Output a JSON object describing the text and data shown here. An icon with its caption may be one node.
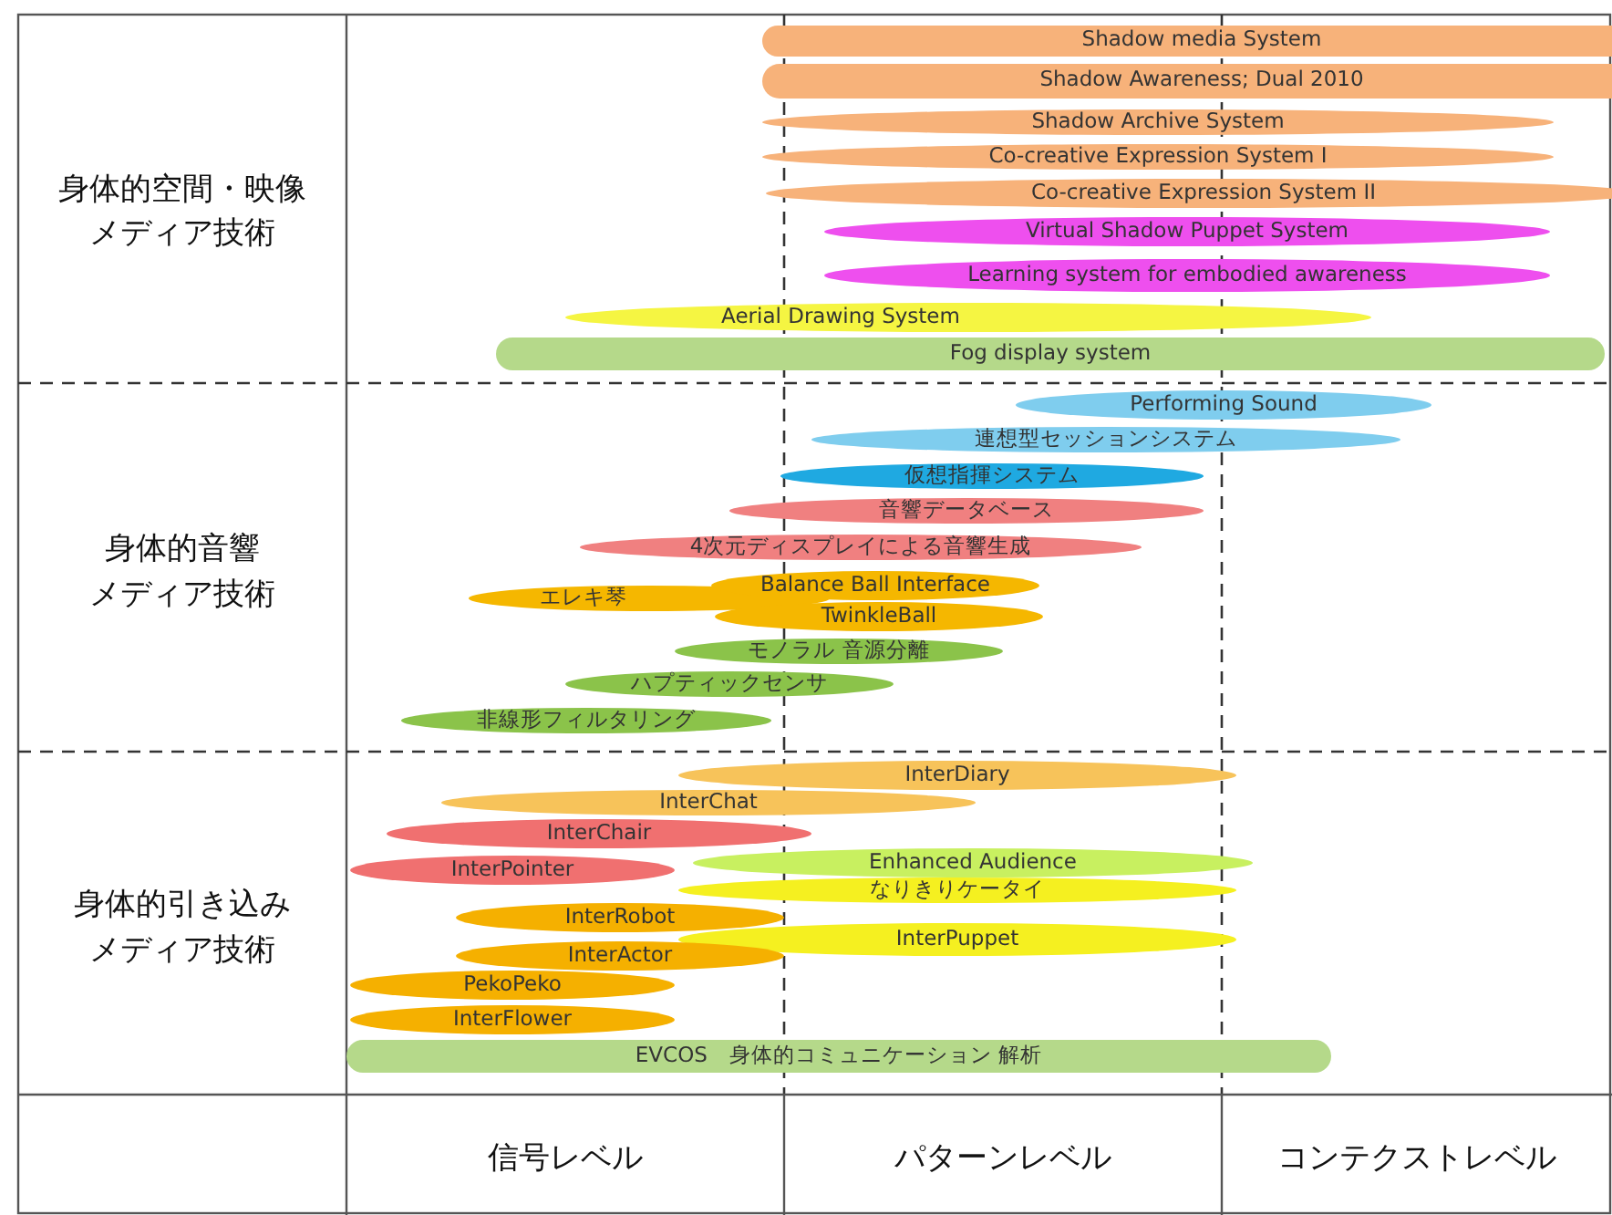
{
  "diagram": {
    "nodes": [
      {
        "text": [
          "Shadow media System"
        ]
      },
      {
        "text": [
          "Shadow Awareness; Dual 2010"
        ]
      },
      {
        "text": [
          "Shadow Archive System"
        ]
      },
      {
        "text": [
          "Co-creative Expression System I"
        ]
      },
      {
        "text": [
          "Co-creative Expression System II"
        ]
      },
      {
        "text": [
          "Virtual Shadow Puppet System"
        ]
      },
      {
        "text": [
          "Learning system for embodied awareness"
        ]
      },
      {
        "text": [
          "Aerial Drawing System"
        ]
      },
      {
        "text": [
          "Fog display system"
        ]
      },
      {
        "text": [
          "Performing Sound"
        ]
      },
      {
        "text": [
          "連想型セッションシステム"
        ]
      },
      {
        "text": [
          "仮想指揮システム"
        ]
      },
      {
        "text": [
          "音響データベース"
        ]
      },
      {
        "text": [
          "4次元ディスプレイによる音響生成"
        ]
      },
      {
        "text": [
          "Balance Ball Interface"
        ]
      },
      {
        "text": [
          "エレキ琴"
        ]
      },
      {
        "text": [
          "TwinkleBall"
        ]
      },
      {
        "text": [
          "モノラル 音源分離"
        ]
      },
      {
        "text": [
          "ハプティックセンサ"
        ]
      },
      {
        "text": [
          "非線形フィルタリング"
        ]
      },
      {
        "text": [
          "InterDiary"
        ]
      },
      {
        "text": [
          "InterChat"
        ]
      },
      {
        "text": [
          "InterChair"
        ]
      },
      {
        "text": [
          "InterPointer"
        ]
      },
      {
        "text": [
          "Enhanced Audience"
        ]
      },
      {
        "text": [
          "なりきりケータイ"
        ]
      },
      {
        "text": [
          "InterRobot"
        ]
      },
      {
        "text": [
          "InterPuppet"
        ]
      },
      {
        "text": [
          "InterActor"
        ]
      },
      {
        "text": [
          "PekoPeko"
        ]
      },
      {
        "text": [
          "InterFlower"
        ]
      },
      {
        "text": [
          "EVCOS　身体的コミュニケーション 解析"
        ]
      }
    ],
    "labels": [
      "身体的空間・映像",
      "メディア技術",
      "身体的音響",
      "メディア技術",
      "身体的引き込み",
      "メディア技術",
      "信号レベル",
      "パターンレベル",
      "コンテクストレベル"
    ]
  }
}
